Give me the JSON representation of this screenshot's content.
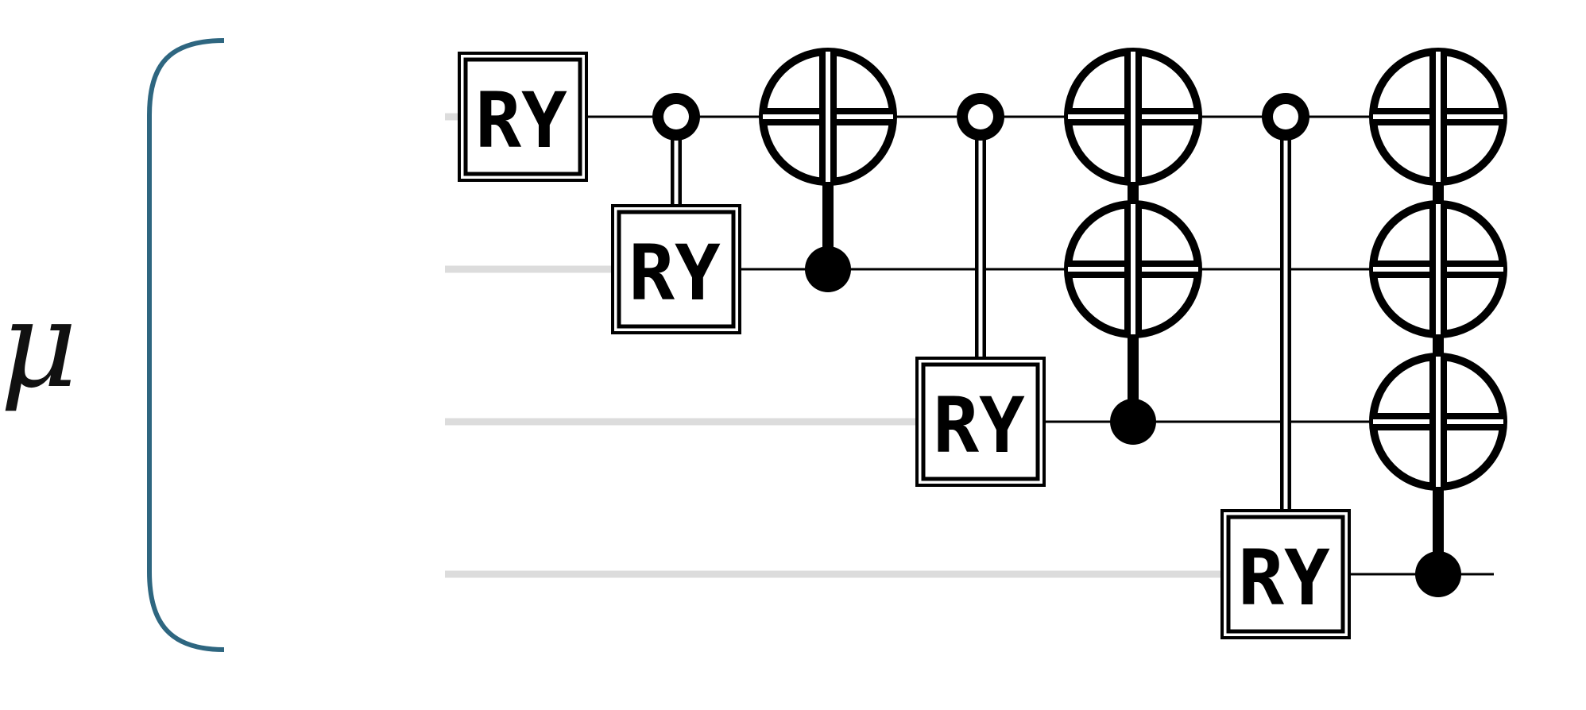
{
  "label": {
    "symbol": "μ"
  },
  "colors": {
    "bracket": "#2e6680",
    "wire_faint": "#dcdcdc",
    "ink": "#000000",
    "paper": "#ffffff"
  },
  "circuit": {
    "qubits": 4,
    "gates": [
      {
        "kind": "ry",
        "label": "RY",
        "target": 0
      },
      {
        "kind": "ry",
        "label": "RY",
        "target": 1,
        "control": 0,
        "control_state": "open"
      },
      {
        "kind": "cnot",
        "targets": [
          0
        ],
        "control": 1
      },
      {
        "kind": "ry",
        "label": "RY",
        "target": 2,
        "control": 0,
        "control_state": "open"
      },
      {
        "kind": "cnot",
        "targets": [
          0,
          1
        ],
        "control": 2
      },
      {
        "kind": "ry",
        "label": "RY",
        "target": 3,
        "control": 0,
        "control_state": "open"
      },
      {
        "kind": "cnot",
        "targets": [
          0,
          1,
          2
        ],
        "control": 3
      }
    ]
  }
}
